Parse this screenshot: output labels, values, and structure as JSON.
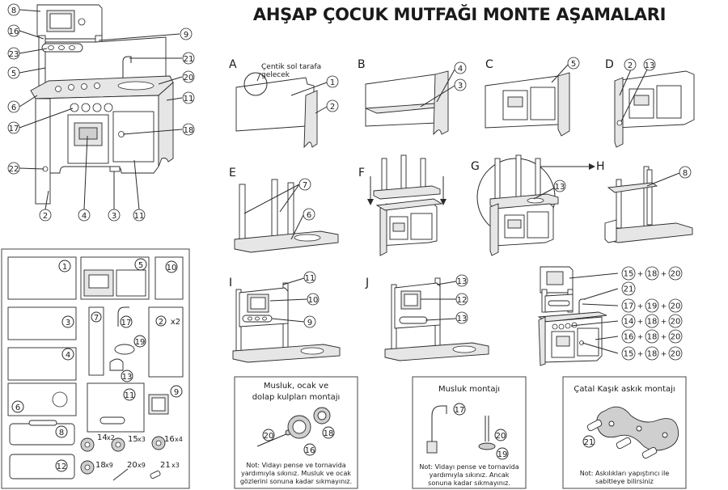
{
  "title": "AHŞAP ÇOCUK MUTFAĞI MONTE AŞAMALARI",
  "callouts_main": [
    "8",
    "9",
    "16",
    "23",
    "21",
    "5",
    "20",
    "6",
    "11",
    "17",
    "18",
    "22",
    "2",
    "4",
    "3",
    "11"
  ],
  "steps": {
    "A": {
      "letter": "A",
      "note_line1": "Çentik sol tarafa",
      "note_line2": "gelecek",
      "nums": [
        "1",
        "2"
      ]
    },
    "B": {
      "letter": "B",
      "nums": [
        "4",
        "3"
      ]
    },
    "C": {
      "letter": "C",
      "nums": [
        "5"
      ]
    },
    "D": {
      "letter": "D",
      "nums": [
        "2",
        "13"
      ]
    },
    "E": {
      "letter": "E",
      "nums": [
        "7",
        "6"
      ]
    },
    "F": {
      "letter": "F"
    },
    "G": {
      "letter": "G",
      "nums": [
        "13"
      ]
    },
    "H": {
      "letter": "H",
      "nums": [
        "8"
      ]
    },
    "I": {
      "letter": "I",
      "nums": [
        "11",
        "10",
        "9"
      ]
    },
    "J": {
      "letter": "J",
      "nums": [
        "13",
        "12",
        "13"
      ]
    }
  },
  "formula": {
    "rows": [
      {
        "a": "15",
        "b": "18",
        "c": "20"
      },
      {
        "a": "21"
      },
      {
        "a": "17",
        "b": "19",
        "c": "20"
      },
      {
        "a": "14",
        "b": "18",
        "c": "20"
      },
      {
        "a": "16",
        "b": "18",
        "c": "20"
      },
      {
        "a": "15",
        "b": "18",
        "c": "20"
      }
    ],
    "plus": "+"
  },
  "parts": {
    "p1": "1",
    "p5": "5",
    "p10": "10",
    "p3": "3",
    "p7": "7",
    "p17": "17",
    "p2": "2",
    "p2q": "x2",
    "p19": "19",
    "p4": "4",
    "p13": "13",
    "p6": "6",
    "p11": "11",
    "p9": "9",
    "p8": "8",
    "p14": "14",
    "p14q": "x2",
    "p15": "15",
    "p15q": "x3",
    "p16": "16",
    "p16q": "x4",
    "p12": "12",
    "p18": "18",
    "p18q": "x9",
    "p20": "20",
    "p20q": "x9",
    "p21": "21",
    "p21q": "x3"
  },
  "panels": {
    "musluk_ocak": {
      "title1": "Musluk, ocak ve",
      "title2": "dolap kulpları montajı",
      "nums": [
        "20",
        "16",
        "18"
      ],
      "note1": "Not: Vidayı pense ve tornavida",
      "note2": "yardımıyla sıkınız. Musluk ve ocak",
      "note3": "gözlerini sonuna kadar sıkmayınız."
    },
    "musluk": {
      "title": "Musluk montajı",
      "nums": [
        "17",
        "20",
        "19"
      ],
      "note1": "Not: Vidayı pense ve tornavida",
      "note2": "yardımıyla sıkınız. Ancak",
      "note3": "sonuna kadar sıkmayınız."
    },
    "catal": {
      "title": "Çatal Kaşık askık montajı",
      "nums": [
        "21"
      ],
      "note1": "Not: Askılıkları yapıştırıcı ile",
      "note2": "sabitleye bilirsiniz"
    }
  }
}
